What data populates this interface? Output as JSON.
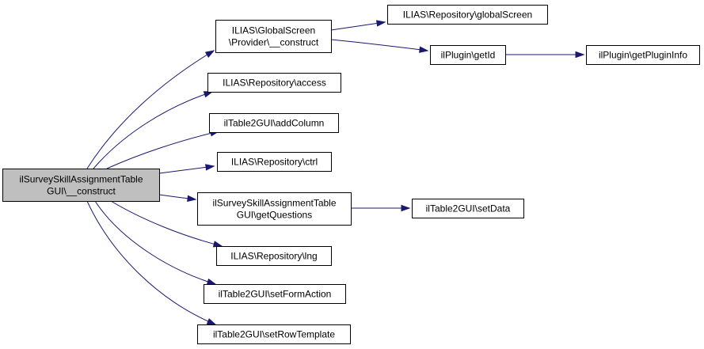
{
  "colors": {
    "edge": "#191970",
    "node_fill": "#ffffff",
    "root_fill": "#bfbfbf",
    "border": "#000000"
  },
  "nodes": [
    {
      "id": "root",
      "lines": [
        "ilSurveySkillAssignmentTable",
        "GUI\\__construct"
      ],
      "highlight": true
    },
    {
      "id": "gsprovider",
      "lines": [
        "ILIAS\\GlobalScreen",
        "\\Provider\\__construct"
      ]
    },
    {
      "id": "access",
      "lines": [
        "ILIAS\\Repository\\access"
      ]
    },
    {
      "id": "addcolumn",
      "lines": [
        "ilTable2GUI\\addColumn"
      ]
    },
    {
      "id": "ctrl",
      "lines": [
        "ILIAS\\Repository\\ctrl"
      ]
    },
    {
      "id": "getquestions",
      "lines": [
        "ilSurveySkillAssignmentTable",
        "GUI\\getQuestions"
      ]
    },
    {
      "id": "lng",
      "lines": [
        "ILIAS\\Repository\\lng"
      ]
    },
    {
      "id": "setformaction",
      "lines": [
        "ilTable2GUI\\setFormAction"
      ]
    },
    {
      "id": "setrowtemplate",
      "lines": [
        "ilTable2GUI\\setRowTemplate"
      ]
    },
    {
      "id": "globalscreen",
      "lines": [
        "ILIAS\\Repository\\globalScreen"
      ]
    },
    {
      "id": "getid",
      "lines": [
        "ilPlugin\\getId"
      ]
    },
    {
      "id": "getplugininfo",
      "lines": [
        "ilPlugin\\getPluginInfo"
      ]
    },
    {
      "id": "setdata",
      "lines": [
        "ilTable2GUI\\setData"
      ]
    }
  ],
  "edges": [
    {
      "from": "root",
      "to": "gsprovider"
    },
    {
      "from": "root",
      "to": "access"
    },
    {
      "from": "root",
      "to": "addcolumn"
    },
    {
      "from": "root",
      "to": "ctrl"
    },
    {
      "from": "root",
      "to": "getquestions"
    },
    {
      "from": "root",
      "to": "lng"
    },
    {
      "from": "root",
      "to": "setformaction"
    },
    {
      "from": "root",
      "to": "setrowtemplate"
    },
    {
      "from": "gsprovider",
      "to": "globalscreen"
    },
    {
      "from": "gsprovider",
      "to": "getid"
    },
    {
      "from": "getid",
      "to": "getplugininfo"
    },
    {
      "from": "getquestions",
      "to": "setdata"
    }
  ]
}
